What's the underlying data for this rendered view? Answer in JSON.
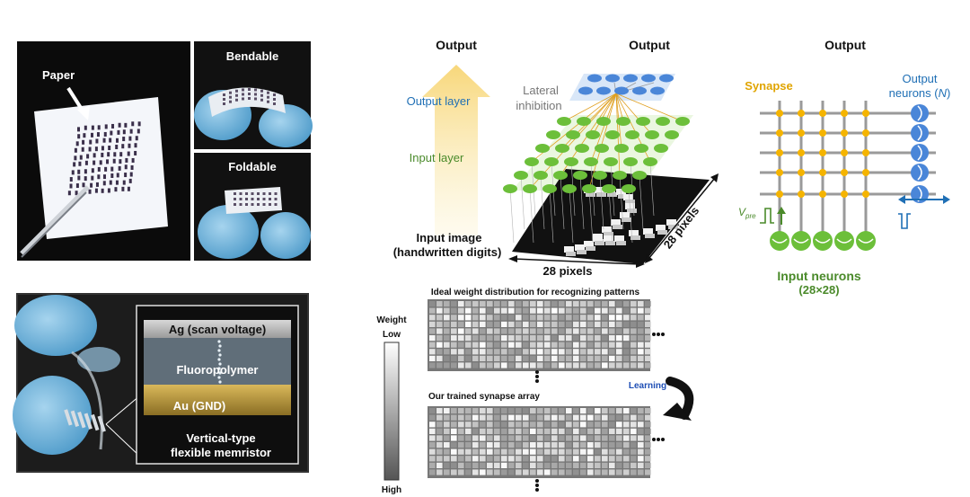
{
  "photos": {
    "paper_label": "Paper",
    "bendable_label": "Bendable",
    "foldable_label": "Foldable"
  },
  "memristor": {
    "top_electrode": "Ag (scan voltage)",
    "middle_layer": "Fluoropolymer",
    "bottom_electrode": "Au (GND)",
    "caption_line1": "Vertical-type",
    "caption_line2": "flexible memristor"
  },
  "network": {
    "output_label_1": "Output",
    "output_label_2": "Output",
    "output_label_3": "Output",
    "output_layer": "Output layer",
    "input_layer": "Input layer",
    "lateral_line1": "Lateral",
    "lateral_line2": "inhibition",
    "input_image_line1": "Input image",
    "input_image_line2": "(handwritten digits)",
    "pixels_bottom": "28 pixels",
    "pixels_side": "28 pixels"
  },
  "crossbar": {
    "synapse_label": "Synapse",
    "output_neurons_line1": "Output",
    "output_neurons_line2_prefix": "neurons (",
    "output_neurons_var": "N",
    "output_neurons_line2_suffix": ")",
    "vpre_main": "V",
    "vpre_sub": "pre",
    "input_neurons_line1": "Input neurons",
    "input_neurons_line2": "(28×28)"
  },
  "weights": {
    "ideal_title": "Ideal weight distribution for recognizing patterns",
    "trained_title": "Our trained synapse array",
    "weight_label": "Weight",
    "low_label": "Low",
    "high_label": "High",
    "learning_label": "Learning"
  },
  "colors": {
    "blue_neuron": "#4a86d8",
    "green_neuron": "#6cbf3a",
    "synapse_yellow": "#f5b400",
    "output_text_blue": "#1f6fb5",
    "input_text_green": "#4a8a2a",
    "learning_text": "#1f4fb5"
  }
}
